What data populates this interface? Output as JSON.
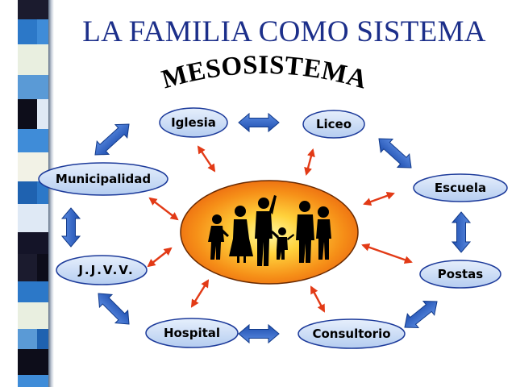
{
  "title": "LA FAMILIA COMO SISTEMA",
  "subtitle": "MESOSISTEMA",
  "nodes": {
    "iglesia": "Iglesia",
    "liceo": "Liceo",
    "escuela": "Escuela",
    "postas": "Postas",
    "consultorio": "Consultorio",
    "hospital": "Hospital",
    "jjvv": "J.J.V.V.",
    "municipalidad": "Municipalidad"
  },
  "colors": {
    "title": "#1c2f8a",
    "node_fill": "#c5d9f5",
    "node_stroke": "#1c3a9a",
    "block_arrow": "#2f63c6",
    "red_arrow": "#e23a16",
    "center_core": "#fff27a",
    "center_edge": "#f07a10"
  },
  "center_icon": "family-silhouette"
}
